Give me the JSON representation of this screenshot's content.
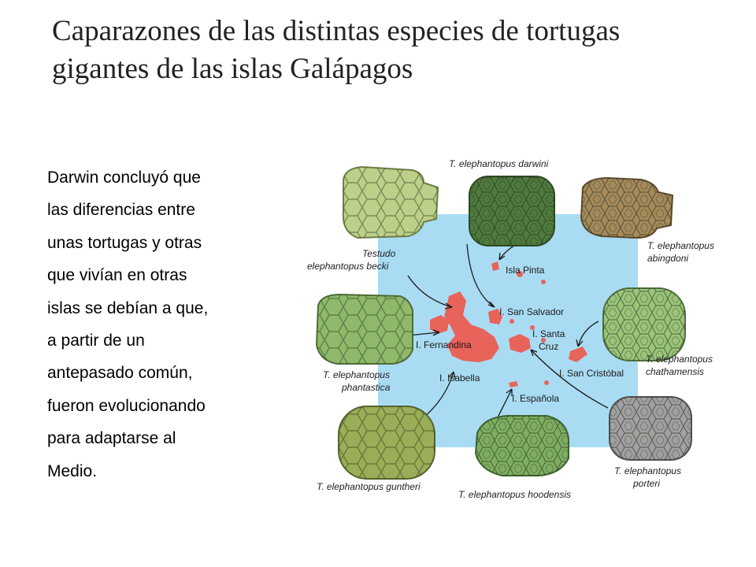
{
  "title": {
    "line1": "Caparazones de las distintas especies de tortugas",
    "line2": "gigantes de las islas Galápagos"
  },
  "body_lines": [
    "Darwin concluyó que",
    "las diferencias entre",
    "unas tortugas y otras",
    "que vivían en otras",
    "islas se debían a que,",
    "a partir de un",
    "antepasado común,",
    "fueron evolucionando",
    "para adaptarse al",
    "Medio."
  ],
  "figure": {
    "map_color": "#a9dcf3",
    "island_color": "#e8635a",
    "species": {
      "darwini": "T. elephantopus darwini",
      "becki_line1": "Testudo",
      "becki_line2": "elephantopus becki",
      "abingdoni_line1": "T. elephantopus",
      "abingdoni_line2": "abingdoni",
      "phantastica_line1": "T. elephantopus",
      "phantastica_line2": "phantastica",
      "chathamensis_line1": "T. elephantopus",
      "chathamensis_line2": "chathamensis",
      "guntheri": "T. elephantopus guntheri",
      "hoodensis": "T. elephantopus hoodensis",
      "porteri_line1": "T. elephantopus",
      "porteri_line2": "porteri"
    },
    "islands": {
      "pinta": "Isla Pinta",
      "san_salvador": "I. San Salvador",
      "santa_cruz_line1": "I. Santa",
      "santa_cruz_line2": "Cruz",
      "fernandina": "I. Fernandina",
      "isabella": "I. Isabella",
      "san_cristobal": "I. San Cristóbal",
      "espanola": "I. Española"
    }
  }
}
